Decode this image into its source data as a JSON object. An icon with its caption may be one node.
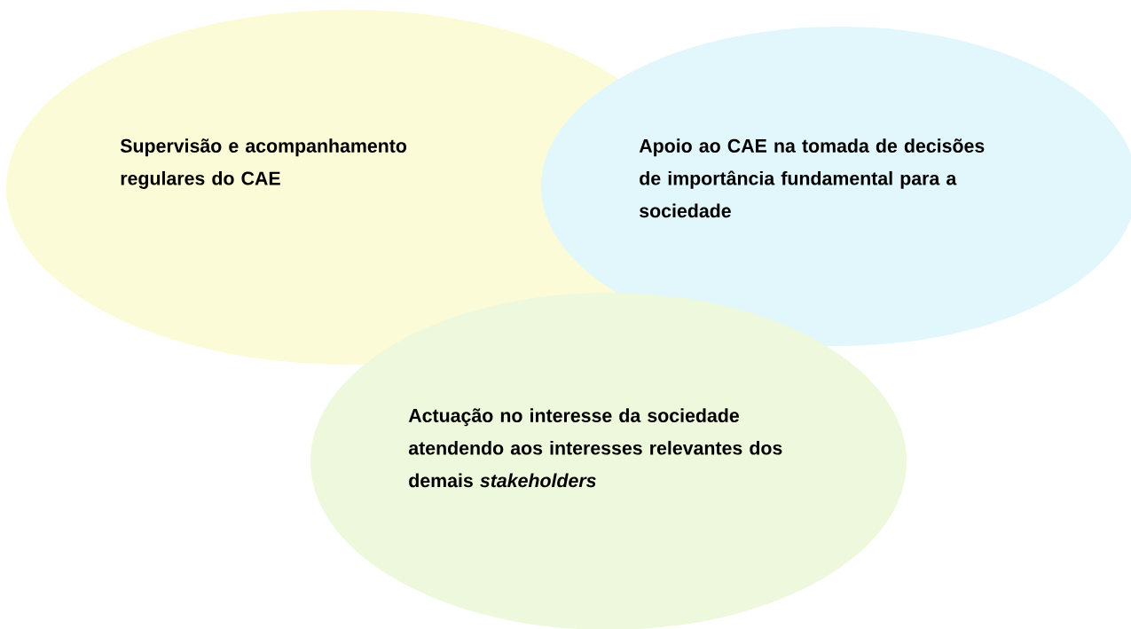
{
  "diagram": {
    "nodes": [
      {
        "text": [
          "Supervisão e acompanhamento regulares do CAE"
        ]
      },
      {
        "text": [
          "Apoio ao CAE na tomada de decisões de importância fundamental para a sociedade"
        ]
      },
      {
        "text": [
          "Actuação no interesse da sociedade atendendo aos interesses relevantes dos demais *stakeholders*"
        ]
      }
    ]
  }
}
